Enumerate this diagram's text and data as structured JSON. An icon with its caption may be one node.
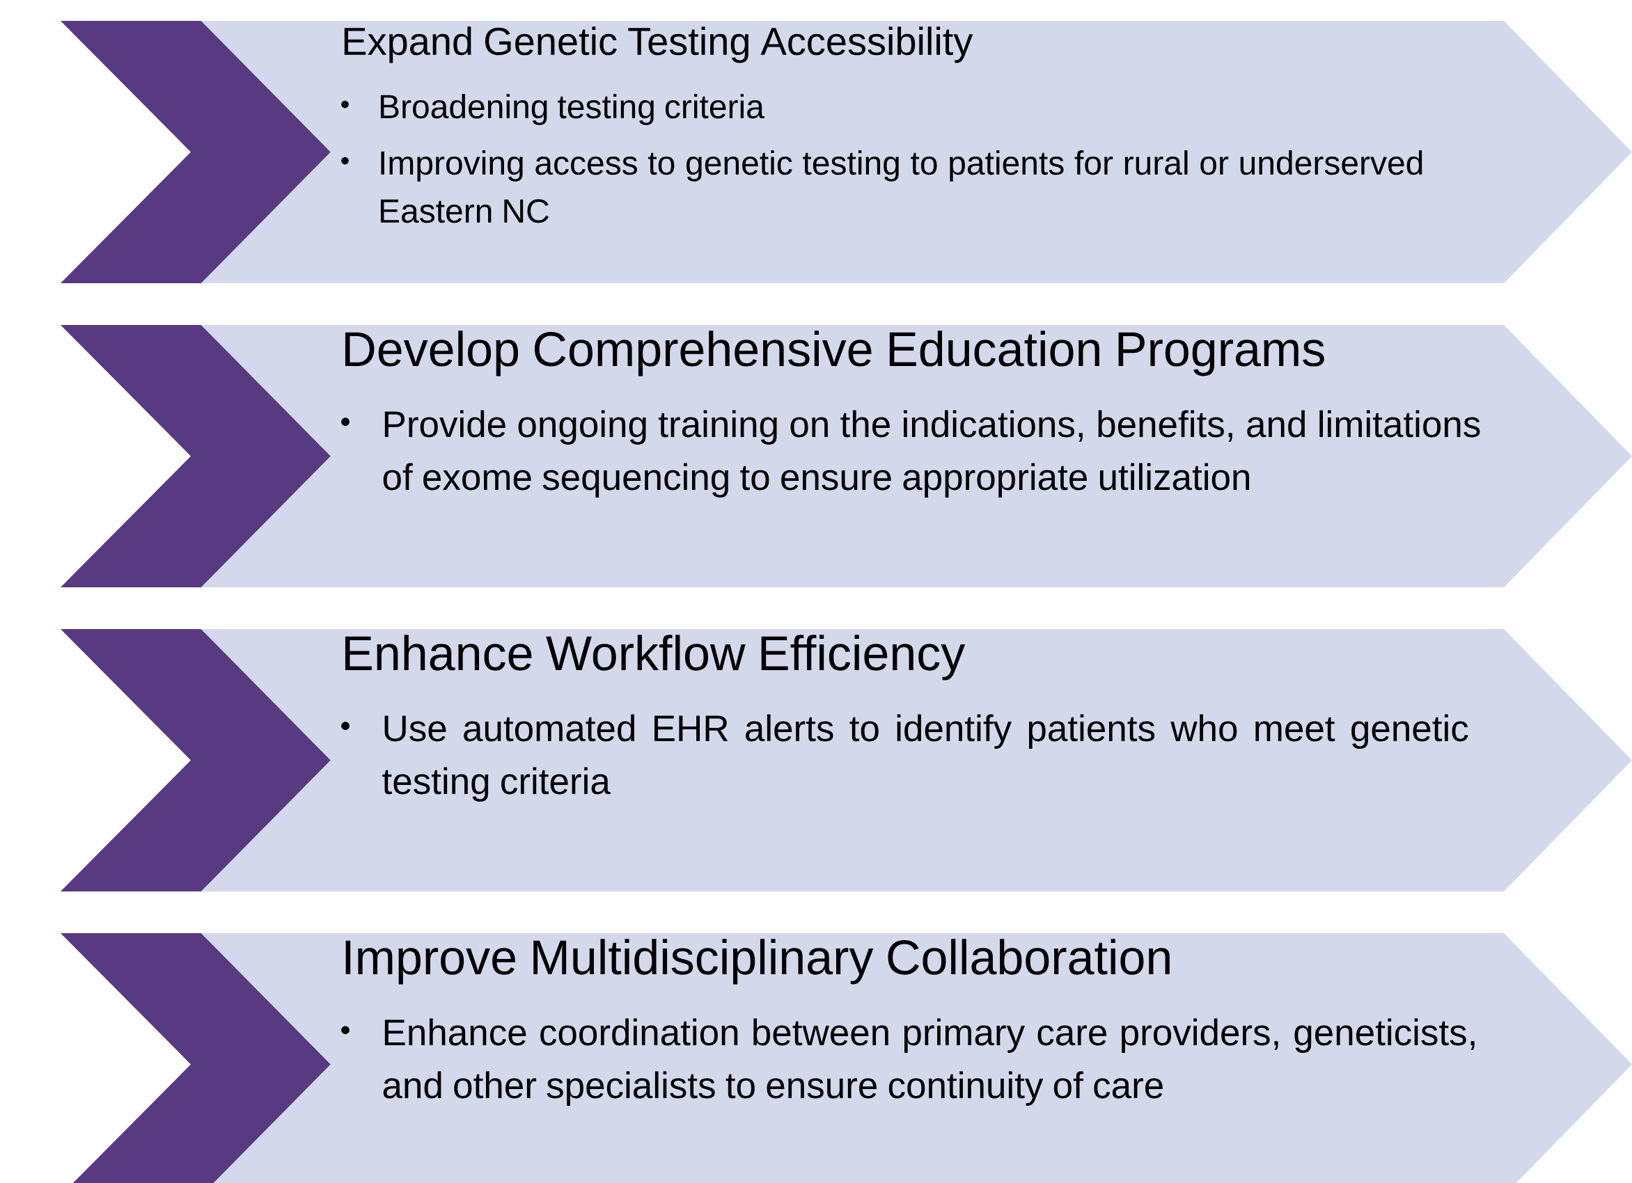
{
  "diagram": {
    "nodes": [
      {
        "text": [],
        "shape": "chevron"
      },
      {
        "text": [
          "Expand Genetic Testing Accessibility",
          "Broadening testing criteria",
          "Improving access to genetic testing to patients for rural or underserved Eastern NC"
        ]
      },
      {
        "text": [],
        "shape": "chevron"
      },
      {
        "text": [
          "Develop Comprehensive Education Programs",
          "Provide ongoing training on the indications, benefits, and limitations of exome sequencing to ensure appropriate utilization"
        ]
      },
      {
        "text": [],
        "shape": "chevron"
      },
      {
        "text": [
          "Enhance Workflow Efficiency",
          "Use automated EHR alerts to identify patients who meet genetic testing criteria"
        ]
      },
      {
        "text": [],
        "shape": "chevron"
      },
      {
        "text": [
          "Improve Multidisciplinary Collaboration",
          "Enhance coordination between primary care providers, geneticists, and other specialists to ensure continuity of care"
        ]
      }
    ]
  }
}
